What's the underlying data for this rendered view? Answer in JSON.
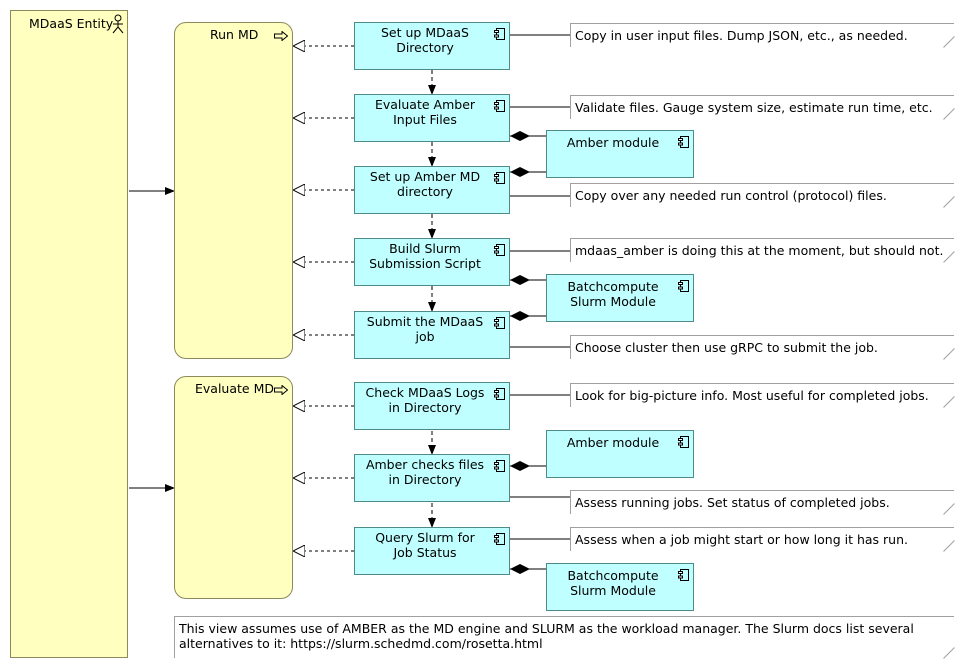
{
  "actor": {
    "label": "MDaaS Entity",
    "icon": "actor-icon"
  },
  "processes": [
    {
      "label": "Run MD",
      "icon": "process-arrow-icon"
    },
    {
      "label": "Evaluate MD",
      "icon": "process-arrow-icon"
    }
  ],
  "components": [
    {
      "label": "Set up MDaaS\nDirectory"
    },
    {
      "label": "Evaluate Amber\nInput Files"
    },
    {
      "label": "Set up Amber MD\ndirectory"
    },
    {
      "label": "Build Slurm\nSubmission Script"
    },
    {
      "label": "Submit the MDaaS\njob"
    },
    {
      "label": "Check MDaaS Logs\nin Directory"
    },
    {
      "label": "Amber checks files\nin Directory"
    },
    {
      "label": "Query Slurm for\nJob Status"
    }
  ],
  "modules": [
    {
      "label": "Amber module"
    },
    {
      "label": "Batchcompute\nSlurm Module"
    },
    {
      "label": "Amber module"
    },
    {
      "label": "Batchcompute\nSlurm Module"
    }
  ],
  "notes": [
    {
      "text": "Copy in user input files.  Dump JSON, etc., as needed."
    },
    {
      "text": "Validate files. Gauge system size, estimate run time, etc."
    },
    {
      "text": "Copy over any needed run control (protocol) files."
    },
    {
      "text": "mdaas_amber is doing this at the moment, but should not."
    },
    {
      "text": "Choose cluster then use gRPC to submit the job."
    },
    {
      "text": "Look for big-picture info.  Most useful for completed jobs."
    },
    {
      "text": "Assess running jobs. Set status of completed jobs."
    },
    {
      "text": "Assess when a job might start or how long it has run."
    }
  ],
  "view_note": {
    "text": "This view assumes use of AMBER as the MD engine and SLURM as the workload manager.  The Slurm docs list several\nalternatives to it:  https://slurm.schedmd.com/rosetta.html"
  },
  "colors": {
    "actor_fill": "#ffffc0",
    "process_fill": "#ffffc0",
    "component_fill": "#c0ffff",
    "note_fill": "#ffffff",
    "line": "#000000"
  }
}
